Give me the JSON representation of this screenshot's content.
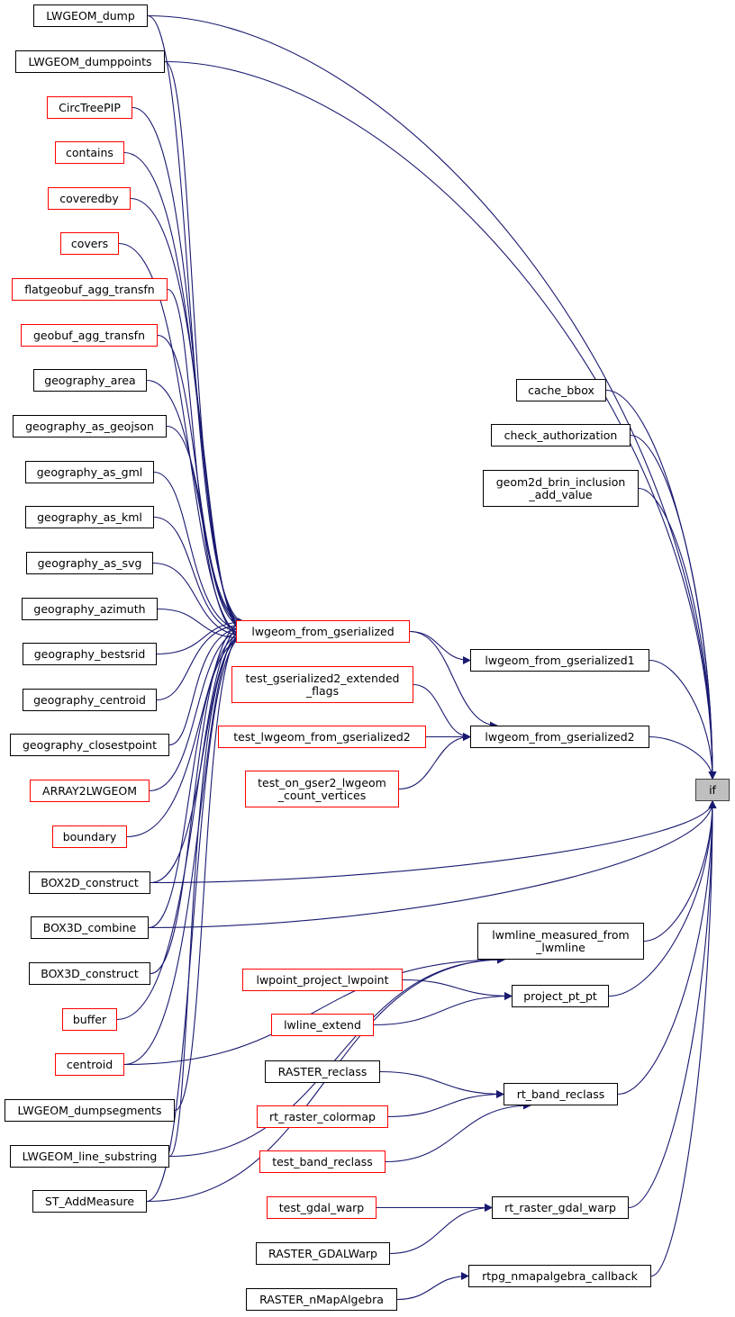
{
  "colors": {
    "edge": "#191970",
    "normal_border": "#000000",
    "missing_border": "#ff0000",
    "root_fill": "#bfbfbf"
  },
  "nodes": [
    {
      "id": "if",
      "label": "if",
      "style": "root"
    },
    {
      "id": "lwgeom_dump",
      "label": "LWGEOM_dump",
      "style": "normal"
    },
    {
      "id": "lwgeom_dumppoints",
      "label": "LWGEOM_dumppoints",
      "style": "normal"
    },
    {
      "id": "circtreepip",
      "label": "CircTreePIP",
      "style": "red"
    },
    {
      "id": "contains",
      "label": "contains",
      "style": "red"
    },
    {
      "id": "coveredby",
      "label": "coveredby",
      "style": "red"
    },
    {
      "id": "covers",
      "label": "covers",
      "style": "red"
    },
    {
      "id": "flatgeobuf_agg_transfn",
      "label": "flatgeobuf_agg_transfn",
      "style": "red"
    },
    {
      "id": "geobuf_agg_transfn",
      "label": "geobuf_agg_transfn",
      "style": "red"
    },
    {
      "id": "geography_area",
      "label": "geography_area",
      "style": "normal"
    },
    {
      "id": "geography_as_geojson",
      "label": "geography_as_geojson",
      "style": "normal"
    },
    {
      "id": "geography_as_gml",
      "label": "geography_as_gml",
      "style": "normal"
    },
    {
      "id": "geography_as_kml",
      "label": "geography_as_kml",
      "style": "normal"
    },
    {
      "id": "geography_as_svg",
      "label": "geography_as_svg",
      "style": "normal"
    },
    {
      "id": "geography_azimuth",
      "label": "geography_azimuth",
      "style": "normal"
    },
    {
      "id": "geography_bestsrid",
      "label": "geography_bestsrid",
      "style": "normal"
    },
    {
      "id": "geography_centroid",
      "label": "geography_centroid",
      "style": "normal"
    },
    {
      "id": "geography_closestpoint",
      "label": "geography_closestpoint",
      "style": "normal"
    },
    {
      "id": "array2lwgeom",
      "label": "ARRAY2LWGEOM",
      "style": "red"
    },
    {
      "id": "boundary",
      "label": "boundary",
      "style": "red"
    },
    {
      "id": "box2d_construct",
      "label": "BOX2D_construct",
      "style": "normal"
    },
    {
      "id": "box3d_combine",
      "label": "BOX3D_combine",
      "style": "normal"
    },
    {
      "id": "box3d_construct",
      "label": "BOX3D_construct",
      "style": "normal"
    },
    {
      "id": "buffer",
      "label": "buffer",
      "style": "red"
    },
    {
      "id": "centroid",
      "label": "centroid",
      "style": "red"
    },
    {
      "id": "lwgeom_dumpsegments",
      "label": "LWGEOM_dumpsegments",
      "style": "normal"
    },
    {
      "id": "lwgeom_line_substring",
      "label": "LWGEOM_line_substring",
      "style": "normal"
    },
    {
      "id": "st_addmeasure",
      "label": "ST_AddMeasure",
      "style": "normal"
    },
    {
      "id": "lwgeom_from_gserialized",
      "label": "lwgeom_from_gserialized",
      "style": "red"
    },
    {
      "id": "test_gserialized2_extended_flags",
      "label": "test_gserialized2_extended\n_flags",
      "style": "red"
    },
    {
      "id": "test_lwgeom_from_gserialized2",
      "label": "test_lwgeom_from_gserialized2",
      "style": "red"
    },
    {
      "id": "test_on_gser2_lwgeom_count_vertices",
      "label": "test_on_gser2_lwgeom\n_count_vertices",
      "style": "red"
    },
    {
      "id": "lwpoint_project_lwpoint",
      "label": "lwpoint_project_lwpoint",
      "style": "red"
    },
    {
      "id": "lwline_extend",
      "label": "lwline_extend",
      "style": "red"
    },
    {
      "id": "raster_reclass",
      "label": "RASTER_reclass",
      "style": "normal"
    },
    {
      "id": "rt_raster_colormap",
      "label": "rt_raster_colormap",
      "style": "red"
    },
    {
      "id": "test_band_reclass",
      "label": "test_band_reclass",
      "style": "red"
    },
    {
      "id": "test_gdal_warp",
      "label": "test_gdal_warp",
      "style": "red"
    },
    {
      "id": "raster_gdalwarp",
      "label": "RASTER_GDALWarp",
      "style": "normal"
    },
    {
      "id": "raster_nmapalgebra",
      "label": "RASTER_nMapAlgebra",
      "style": "normal"
    },
    {
      "id": "cache_bbox",
      "label": "cache_bbox",
      "style": "normal"
    },
    {
      "id": "check_authorization",
      "label": "check_authorization",
      "style": "normal"
    },
    {
      "id": "geom2d_brin_inclusion_add_value",
      "label": "geom2d_brin_inclusion\n_add_value",
      "style": "normal"
    },
    {
      "id": "lwgeom_from_gserialized1",
      "label": "lwgeom_from_gserialized1",
      "style": "normal"
    },
    {
      "id": "lwgeom_from_gserialized2",
      "label": "lwgeom_from_gserialized2",
      "style": "normal"
    },
    {
      "id": "lwmline_measured_from_lwmline",
      "label": "lwmline_measured_from\n_lwmline",
      "style": "normal"
    },
    {
      "id": "project_pt_pt",
      "label": "project_pt_pt",
      "style": "normal"
    },
    {
      "id": "rt_band_reclass",
      "label": "rt_band_reclass",
      "style": "normal"
    },
    {
      "id": "rt_raster_gdal_warp",
      "label": "rt_raster_gdal_warp",
      "style": "normal"
    },
    {
      "id": "rtpg_nmapalgebra_callback",
      "label": "rtpg_nmapalgebra_callback",
      "style": "normal"
    }
  ],
  "edges": [
    [
      "lwgeom_dump",
      "lwgeom_from_gserialized"
    ],
    [
      "lwgeom_dumppoints",
      "lwgeom_from_gserialized"
    ],
    [
      "circtreepip",
      "lwgeom_from_gserialized"
    ],
    [
      "contains",
      "lwgeom_from_gserialized"
    ],
    [
      "coveredby",
      "lwgeom_from_gserialized"
    ],
    [
      "covers",
      "lwgeom_from_gserialized"
    ],
    [
      "flatgeobuf_agg_transfn",
      "lwgeom_from_gserialized"
    ],
    [
      "geobuf_agg_transfn",
      "lwgeom_from_gserialized"
    ],
    [
      "geography_area",
      "lwgeom_from_gserialized"
    ],
    [
      "geography_as_geojson",
      "lwgeom_from_gserialized"
    ],
    [
      "geography_as_gml",
      "lwgeom_from_gserialized"
    ],
    [
      "geography_as_kml",
      "lwgeom_from_gserialized"
    ],
    [
      "geography_as_svg",
      "lwgeom_from_gserialized"
    ],
    [
      "geography_azimuth",
      "lwgeom_from_gserialized"
    ],
    [
      "geography_bestsrid",
      "lwgeom_from_gserialized"
    ],
    [
      "geography_centroid",
      "lwgeom_from_gserialized"
    ],
    [
      "geography_closestpoint",
      "lwgeom_from_gserialized"
    ],
    [
      "array2lwgeom",
      "lwgeom_from_gserialized"
    ],
    [
      "boundary",
      "lwgeom_from_gserialized"
    ],
    [
      "box2d_construct",
      "lwgeom_from_gserialized"
    ],
    [
      "box3d_combine",
      "lwgeom_from_gserialized"
    ],
    [
      "box3d_construct",
      "lwgeom_from_gserialized"
    ],
    [
      "buffer",
      "lwgeom_from_gserialized"
    ],
    [
      "centroid",
      "lwgeom_from_gserialized"
    ],
    [
      "lwgeom_dumpsegments",
      "lwgeom_from_gserialized"
    ],
    [
      "lwgeom_line_substring",
      "lwgeom_from_gserialized"
    ],
    [
      "st_addmeasure",
      "lwgeom_from_gserialized"
    ],
    [
      "lwgeom_dump",
      "if"
    ],
    [
      "lwgeom_dumppoints",
      "if"
    ],
    [
      "box2d_construct",
      "if"
    ],
    [
      "box3d_combine",
      "if"
    ],
    [
      "centroid",
      "lwmline_measured_from_lwmline"
    ],
    [
      "lwgeom_line_substring",
      "lwmline_measured_from_lwmline"
    ],
    [
      "st_addmeasure",
      "lwmline_measured_from_lwmline"
    ],
    [
      "lwgeom_from_gserialized",
      "lwgeom_from_gserialized1"
    ],
    [
      "lwgeom_from_gserialized",
      "lwgeom_from_gserialized2"
    ],
    [
      "test_gserialized2_extended_flags",
      "lwgeom_from_gserialized2"
    ],
    [
      "test_lwgeom_from_gserialized2",
      "lwgeom_from_gserialized2"
    ],
    [
      "test_on_gser2_lwgeom_count_vertices",
      "lwgeom_from_gserialized2"
    ],
    [
      "lwpoint_project_lwpoint",
      "project_pt_pt"
    ],
    [
      "lwline_extend",
      "project_pt_pt"
    ],
    [
      "raster_reclass",
      "rt_band_reclass"
    ],
    [
      "rt_raster_colormap",
      "rt_band_reclass"
    ],
    [
      "test_band_reclass",
      "rt_band_reclass"
    ],
    [
      "test_gdal_warp",
      "rt_raster_gdal_warp"
    ],
    [
      "raster_gdalwarp",
      "rt_raster_gdal_warp"
    ],
    [
      "raster_nmapalgebra",
      "rtpg_nmapalgebra_callback"
    ],
    [
      "cache_bbox",
      "if"
    ],
    [
      "check_authorization",
      "if"
    ],
    [
      "geom2d_brin_inclusion_add_value",
      "if"
    ],
    [
      "lwgeom_from_gserialized1",
      "if"
    ],
    [
      "lwgeom_from_gserialized2",
      "if"
    ],
    [
      "lwmline_measured_from_lwmline",
      "if"
    ],
    [
      "project_pt_pt",
      "if"
    ],
    [
      "rt_band_reclass",
      "if"
    ],
    [
      "rt_raster_gdal_warp",
      "if"
    ],
    [
      "rtpg_nmapalgebra_callback",
      "if"
    ]
  ]
}
